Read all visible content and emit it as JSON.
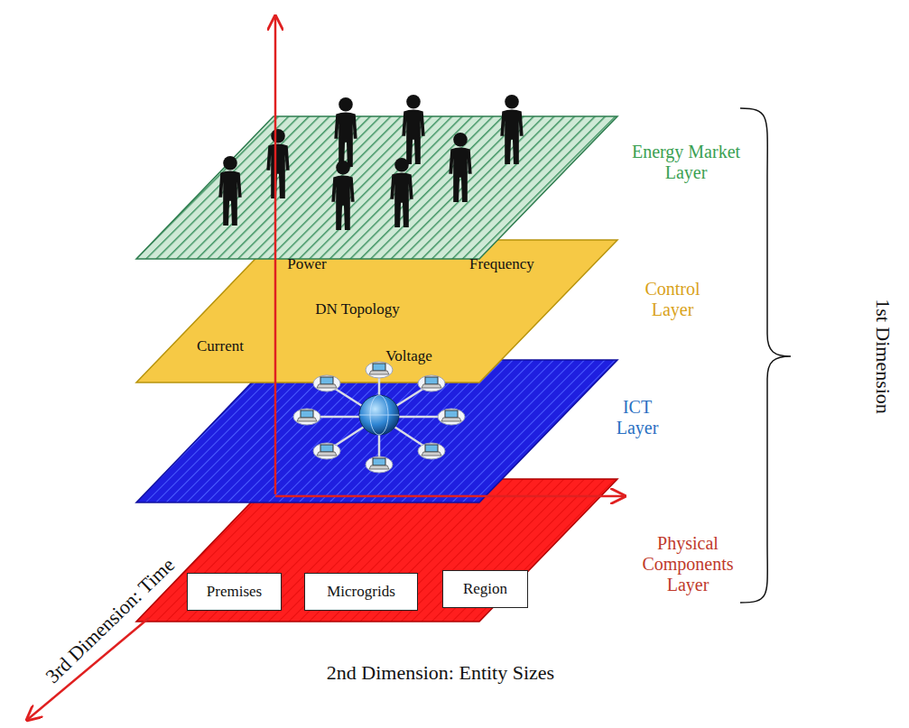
{
  "diagram": {
    "nodes": [
      {
        "text": [
          "Energy Market Layer"
        ]
      },
      {
        "text": [
          "Control Layer",
          "Power",
          "Frequency",
          "DN Topology",
          "Current",
          "Voltage"
        ]
      },
      {
        "text": [
          "ICT Layer"
        ]
      },
      {
        "text": [
          "Physical Components Layer"
        ]
      },
      {
        "text": [
          "Premises"
        ],
        "in": 3
      },
      {
        "text": [
          "Microgrids"
        ],
        "in": 3
      },
      {
        "text": [
          "Region"
        ],
        "in": 3
      }
    ],
    "labels": [
      "1st Dimension",
      "2nd Dimension: Entity Sizes",
      "3rd Dimension: Time"
    ]
  }
}
